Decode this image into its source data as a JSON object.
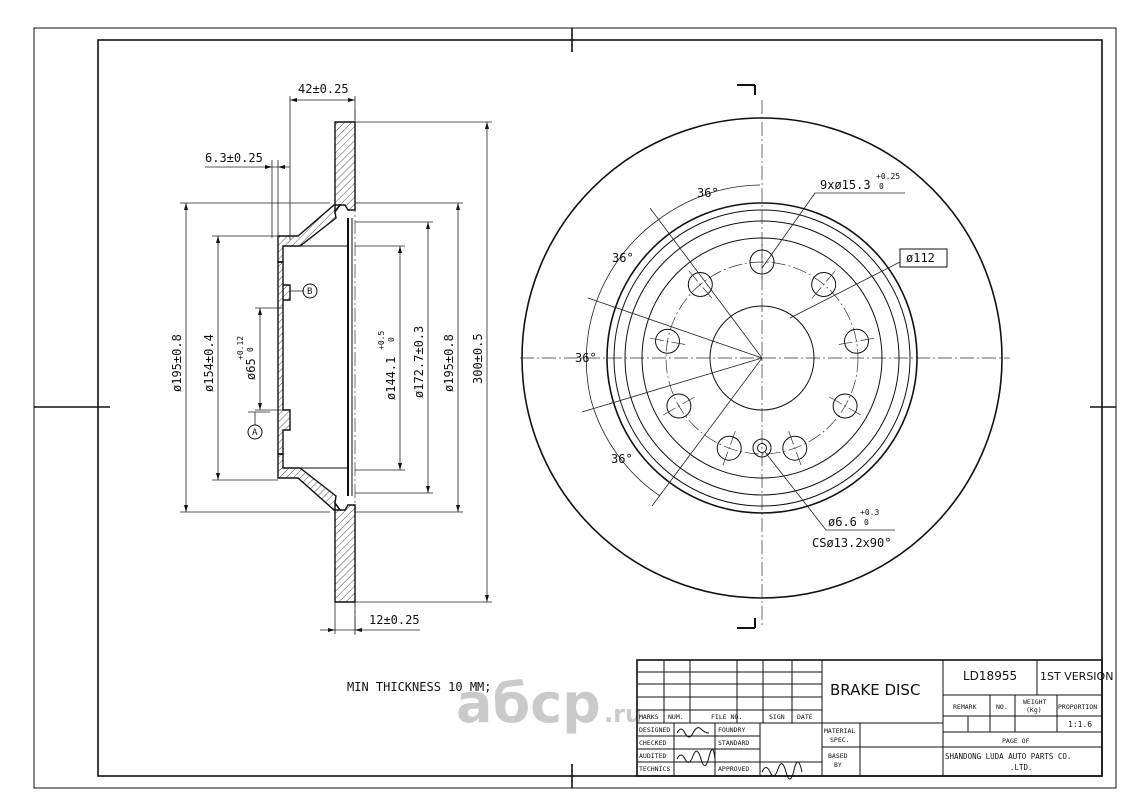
{
  "section": {
    "dims": {
      "hub_depth": "42±0.25",
      "hat_offset": "6.3±0.25",
      "outer_dia": "300±0.5",
      "dia_195_left": "ø195±0.8",
      "dia_154": "ø154±0.4",
      "dia_65": "ø65",
      "dia_65_tol": "+0.12",
      "dia_65_tol_low": "0",
      "dia_144": "ø144.1",
      "dia_144_tol": "+0.5",
      "dia_144_tol_low": "0",
      "dia_172": "ø172.7±0.3",
      "dia_195_right": "ø195±0.8",
      "thickness": "12±0.25"
    },
    "datum_a": "A",
    "datum_b": "B"
  },
  "front_view": {
    "angles": [
      "36°",
      "36°",
      "36°",
      "36°"
    ],
    "bolt_holes": "9xø15.3",
    "bolt_holes_tol": "+0.25",
    "bolt_holes_tol_low": "0",
    "pcd": "ø112",
    "pin_hole": "ø6.6",
    "pin_hole_tol": "+0.3",
    "pin_hole_tol_low": "0",
    "countersink": "CSø13.2x90°"
  },
  "notes": {
    "min_thickness": "MIN THICKNESS 10 MM;",
    "watermark_text": "aбcp",
    "watermark_suffix": ".ru"
  },
  "title_block": {
    "part_name": "BRAKE DISC",
    "part_number": "LD18955",
    "version": "1ST VERSION",
    "header_row": [
      "MARKS",
      "NUM.",
      "FILE NO.",
      "SIGN",
      "DATE"
    ],
    "left_labels": [
      "DESIGNED",
      "CHECKED",
      "AUDITED",
      "TECHNICS"
    ],
    "foundry": "FOUNDRY",
    "standard": "STANDARD",
    "approved": "APPROVED",
    "material": "MATERIAL",
    "spec": "SPEC.",
    "based": "BASED",
    "by": "BY",
    "remark": "REMARK",
    "no": "NO.",
    "weight": "WEIGHT",
    "weight_unit": "(Kg)",
    "proportion": "PROPORTION",
    "scale": "1:1.6",
    "page_of": "PAGE OF",
    "company": "SHANDONG LUDA AUTO PARTS CO.",
    "company_suffix": ".LTD."
  }
}
